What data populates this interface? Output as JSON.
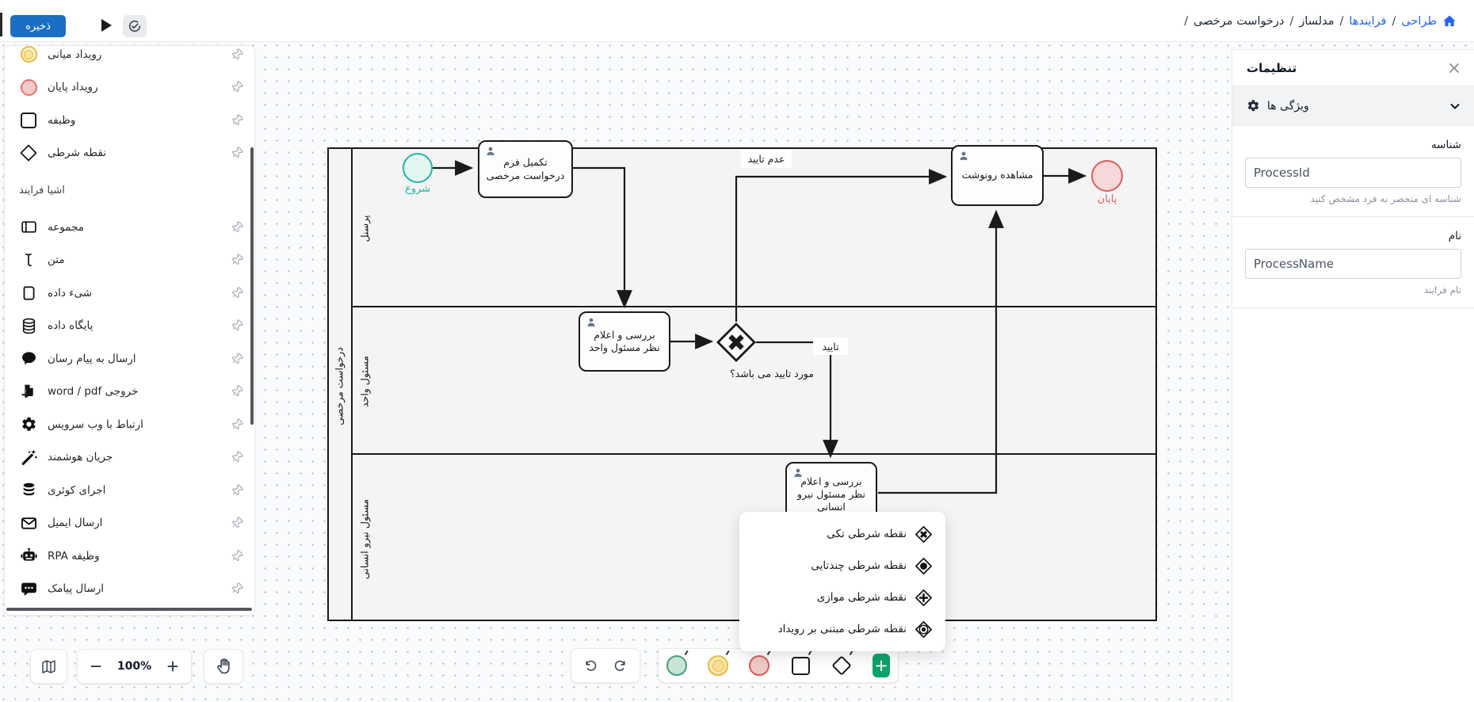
{
  "topbar": {
    "save_label": "ذخیره",
    "breadcrumb": {
      "sep": "/",
      "items": [
        "طراحی",
        "فرایندها",
        "مدلساز",
        "درخواست مرخصی"
      ]
    }
  },
  "sidebar": {
    "section_title": "اشیا فرایند",
    "items": [
      {
        "icon": "intermediate-event-icon",
        "label": "رویداد میانی"
      },
      {
        "icon": "end-event-icon",
        "label": "رویداد پایان"
      },
      {
        "icon": "task-icon",
        "label": "وظیفه"
      },
      {
        "icon": "gateway-icon",
        "label": "نقطه شرطی"
      },
      {
        "icon": "pool-icon",
        "label": "مجموعه"
      },
      {
        "icon": "text-cursor-icon",
        "label": "متن"
      },
      {
        "icon": "data-object-icon",
        "label": "شیء داده"
      },
      {
        "icon": "database-icon",
        "label": "پایگاه داده"
      },
      {
        "icon": "messenger-icon",
        "label": "ارسال به پیام رسان"
      },
      {
        "icon": "word-pdf-export-icon",
        "label": "خروجی word / pdf"
      },
      {
        "icon": "web-service-gear-icon",
        "label": "ارتباط با وب سرویس"
      },
      {
        "icon": "magic-wand-icon",
        "label": "جریان هوشمند"
      },
      {
        "icon": "run-query-icon",
        "label": "اجرای کوئری"
      },
      {
        "icon": "email-icon",
        "label": "ارسال ایمیل"
      },
      {
        "icon": "rpa-robot-icon",
        "label": "وظیفه RPA"
      },
      {
        "icon": "sms-icon",
        "label": "ارسال پیامک"
      }
    ]
  },
  "canvas": {
    "pool_title": "درخواست مرخصی",
    "lanes": [
      "پرسنل",
      "مسئول واحد",
      "مسئول نیرو انسانی"
    ],
    "nodes": {
      "start": "شروع",
      "task_fill_form": "تکمیل فرم درخواست مرخصی",
      "task_review_unit": "بررسی و اعلام نظر مسئول واحد",
      "gateway_question": "مورد تایید می باشد؟",
      "task_view_copy": "مشاهده رونوشت",
      "task_review_hr": "بررسی و اعلام نظر مسئول نیرو انسانی",
      "end": "پایان"
    },
    "edge_labels": {
      "approved": "تایید",
      "rejected": "عدم تایید"
    }
  },
  "context_menu": {
    "items": [
      {
        "icon": "gateway-exclusive-icon",
        "label": "نقطه شرطی تکی"
      },
      {
        "icon": "gateway-multiple-icon",
        "label": "نقطه شرطی چندتایی"
      },
      {
        "icon": "gateway-parallel-icon",
        "label": "نقطه شرطی موازی"
      },
      {
        "icon": "gateway-event-based-icon",
        "label": "نقطه شرطی مبتنی بر رویداد"
      }
    ]
  },
  "panel": {
    "title": "تنظیمات",
    "section_title": "ویژگی ها",
    "fields": [
      {
        "label": "شناسه",
        "value": "ProcessId",
        "hint": "شناسه ای منحصر به فرد مشخص کنید"
      },
      {
        "label": "نام",
        "value": "ProcessName",
        "hint": "نام فرایند"
      }
    ]
  },
  "toolbar": {
    "zoom_level": "100%"
  },
  "colors": {
    "save_blue": "#1a6fc4",
    "link_blue": "#2563eb",
    "start_teal": "#1fb6a6",
    "end_red": "#e25b5b",
    "event_yellow": "#efb73a",
    "add_green": "#0ca36b"
  }
}
